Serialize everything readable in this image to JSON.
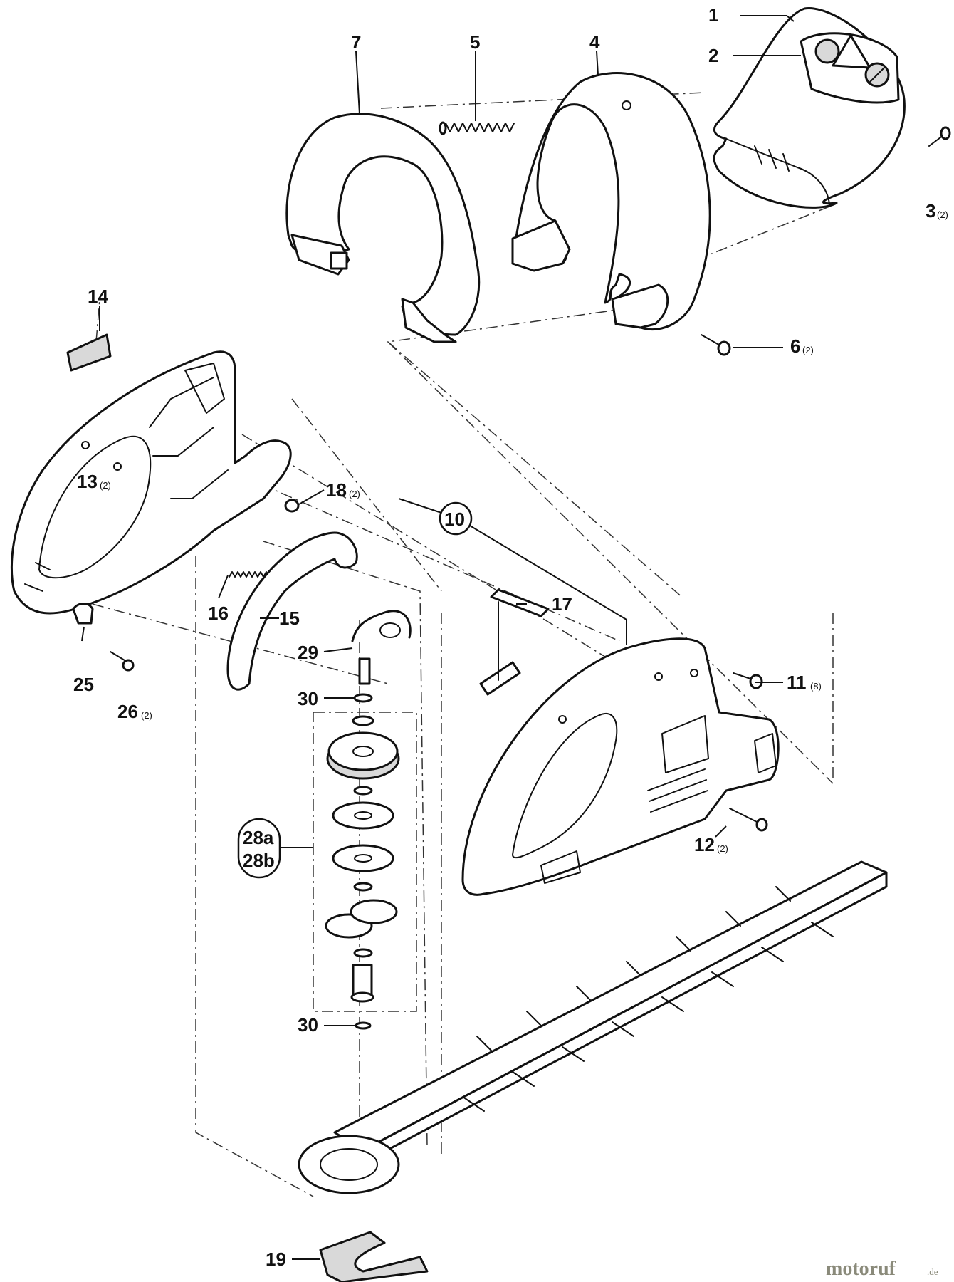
{
  "callouts": {
    "c1": "1",
    "c2": "2",
    "c3": "3",
    "c3q": "(2)",
    "c4": "4",
    "c5": "5",
    "c6": "6",
    "c6q": "(2)",
    "c7": "7",
    "c10": "10",
    "c11": "11",
    "c11q": "(8)",
    "c12": "12",
    "c12q": "(2)",
    "c13": "13",
    "c13q": "(2)",
    "c14": "14",
    "c15": "15",
    "c16": "16",
    "c17": "17",
    "c18": "18",
    "c18q": "(2)",
    "c19": "19",
    "c25": "25",
    "c26": "26",
    "c26q": "(2)",
    "c28a": "28a",
    "c28b": "28b",
    "c29": "29",
    "c30a": "30",
    "c30b": "30"
  },
  "watermark": {
    "brand": "motoruf",
    "tld": ".de"
  },
  "colors": {
    "line": "#111111",
    "part_fill": "#ffffff",
    "shade": "#d9d9d9",
    "watermark": "#8a8a7a"
  }
}
